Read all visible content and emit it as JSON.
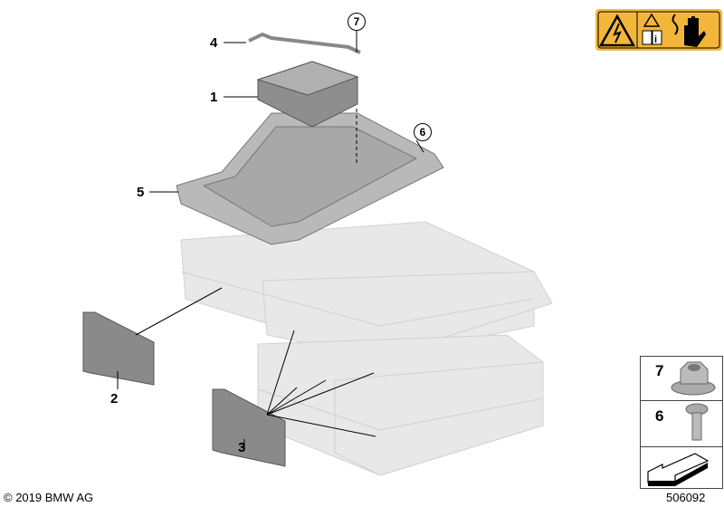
{
  "callouts": {
    "c1": "1",
    "c2": "2",
    "c3": "3",
    "c4": "4",
    "c5": "5",
    "c6": "6",
    "c7": "7"
  },
  "legend": {
    "items": [
      {
        "num": "7",
        "part": "flange-nut"
      },
      {
        "num": "6",
        "part": "screw"
      }
    ]
  },
  "footer": {
    "copyright": "© 2019 BMW AG",
    "diagram_id": "506092"
  },
  "warning_label": {
    "icons": [
      "high-voltage-icon",
      "read-manual-icon",
      "no-touch-icon"
    ]
  },
  "colors": {
    "warning": "#f2b73a",
    "part": "#9a9a9a",
    "battery": "#d8d8d8"
  }
}
